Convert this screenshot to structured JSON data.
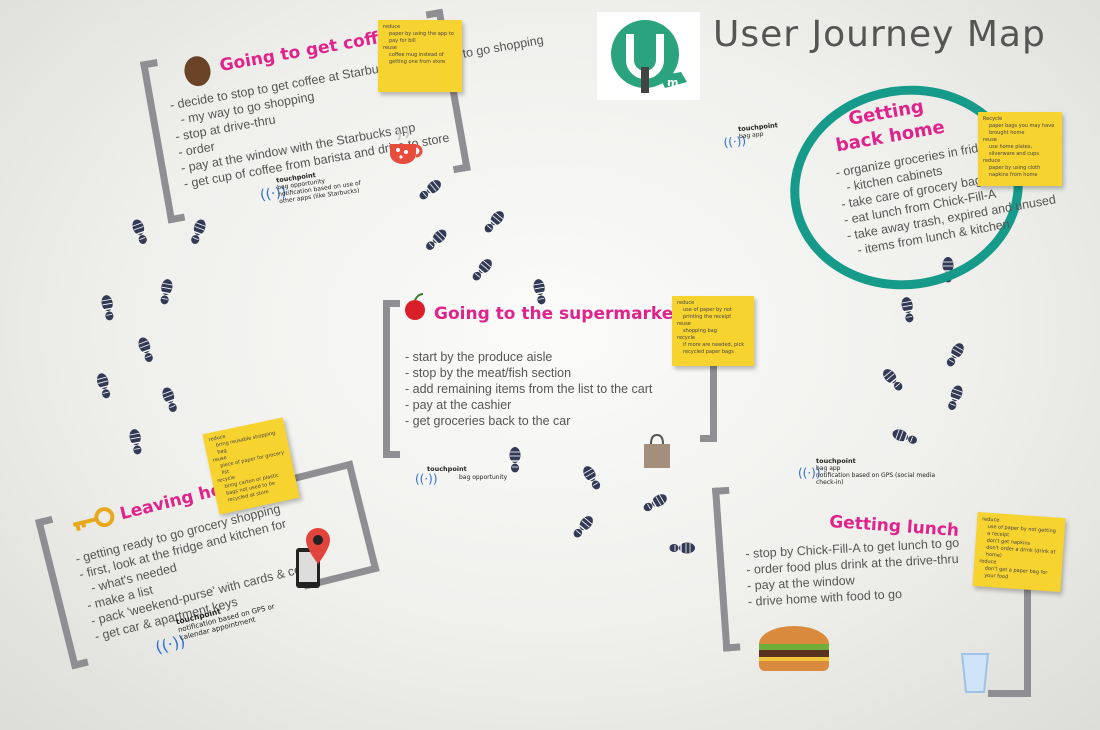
{
  "header": {
    "title": "User Journey Map"
  },
  "stages": {
    "coffee": {
      "title": "Going to get coffee",
      "items": [
        "decide to stop to get coffee at Starbucks on my way to go shopping",
        "stop at drive-thru",
        "order",
        "pay at the window with the Starbucks app",
        "get cup of coffee from barista and drive to store"
      ],
      "sticky": [
        "reduce",
        "paper by using the app to pay for bill",
        "reuse",
        "coffee mug instead of getting one from store"
      ],
      "touchpoint": [
        "touchpoint",
        "bag opportunity",
        "notification based on use of other apps (like Starbucks)"
      ]
    },
    "home": {
      "title": "Getting back home",
      "items": [
        "organize groceries in fridge and kitchen cabinets",
        "take care of grocery bags",
        "eat lunch from Chick-Fill-A",
        "take away trash, expired and unused items from lunch & kitchen"
      ],
      "sticky": [
        "Recycle",
        "paper bags you may have brought home",
        "reuse",
        "use home plates, silverware and cups",
        "reduce",
        "paper by using cloth napkins from home"
      ],
      "touchpoint": [
        "touchpoint",
        "bag app"
      ]
    },
    "supermarket": {
      "title": "Going to the supermarket",
      "items": [
        "start by the produce aisle",
        "stop by the meat/fish section",
        "add remaining items from the list to the cart",
        "pay at the cashier",
        "get groceries back to the car"
      ],
      "sticky": [
        "reduce",
        "use of paper by not printing the receipt",
        "reuse",
        "shopping bag",
        "recycle",
        "if more are needed, pick recycled paper bags"
      ],
      "touchpoint": [
        "touchpoint",
        "bag opportunity"
      ]
    },
    "leaving": {
      "title": "Leaving home",
      "items": [
        "getting ready to go grocery shopping",
        "first, look at the fridge and kitchen for what's needed",
        "make a list",
        "pack 'weekend-purse' with cards & cell",
        "get car & apartment keys"
      ],
      "sticky": [
        "reduce",
        "bring reusable shopping bag",
        "reuse",
        "piece of paper for grocery list",
        "recycle",
        "bring carton or plastic bags not used to be recycled at store"
      ],
      "touchpoint": [
        "touchpoint",
        "notification based on GPS or calendar appointment"
      ]
    },
    "lunch": {
      "title": "Getting lunch",
      "items": [
        "stop by Chick-Fill-A to get lunch to go",
        "order food plus drink at the drive-thru",
        "pay at the window",
        "drive home with food to go"
      ],
      "sticky": [
        "reduce",
        "use of paper by not getting a receipt",
        "don't get napkins",
        "don't order a drink (drink at home)",
        "reduce",
        "don't get a paper bag for your food"
      ],
      "touchpoint": [
        "touchpoint",
        "bag app",
        "notification based on GPS (social media check-in)"
      ]
    }
  },
  "colors": {
    "accent": "#e0238a",
    "sticky": "#f7d330",
    "bracket": "#8e8e93",
    "circle": "#169b8a",
    "logo": "#2aa37e"
  },
  "icons": [
    "logo",
    "coffee-bean-icon",
    "coffee-cup-icon",
    "apple-icon",
    "shopping-bag-icon",
    "key-icon",
    "phone-gps-icon",
    "burger-icon",
    "glass-icon",
    "wifi-icon",
    "footprint-icon"
  ]
}
